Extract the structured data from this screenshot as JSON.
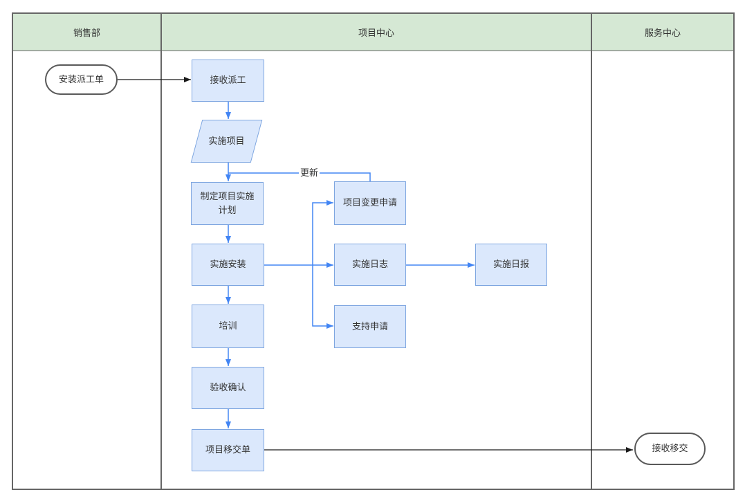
{
  "diagram": {
    "type": "swimlane-flowchart",
    "lanes": [
      {
        "label": "销售部"
      },
      {
        "label": "项目中心"
      },
      {
        "label": "服务中心"
      }
    ],
    "nodes": [
      {
        "label": "安装派工单",
        "shape": "terminator",
        "lane": "销售部"
      },
      {
        "label": "接收派工",
        "shape": "process",
        "lane": "项目中心"
      },
      {
        "label": "实施项目",
        "shape": "data",
        "lane": "项目中心"
      },
      {
        "label": "制定项目实施计划",
        "shape": "process",
        "lane": "项目中心"
      },
      {
        "label": "项目变更申请",
        "shape": "process",
        "lane": "项目中心"
      },
      {
        "label": "实施安装",
        "shape": "process",
        "lane": "项目中心"
      },
      {
        "label": "实施日志",
        "shape": "process",
        "lane": "项目中心"
      },
      {
        "label": "实施日报",
        "shape": "process",
        "lane": "项目中心"
      },
      {
        "label": "培训",
        "shape": "process",
        "lane": "项目中心"
      },
      {
        "label": "支持申请",
        "shape": "process",
        "lane": "项目中心"
      },
      {
        "label": "验收确认",
        "shape": "process",
        "lane": "项目中心"
      },
      {
        "label": "项目移交单",
        "shape": "process",
        "lane": "项目中心"
      },
      {
        "label": "接收移交",
        "shape": "terminator",
        "lane": "服务中心"
      }
    ],
    "edge_labels": {
      "update": "更新"
    },
    "colors": {
      "lane_header_fill": "#d5e8d4",
      "lane_border": "#666666",
      "node_fill": "#dbe8fc",
      "node_border": "#7ea6e0",
      "terminator_border": "#595959",
      "connector_blue": "#4285f4",
      "connector_black": "#1a1a1a",
      "text": "#333333"
    }
  }
}
